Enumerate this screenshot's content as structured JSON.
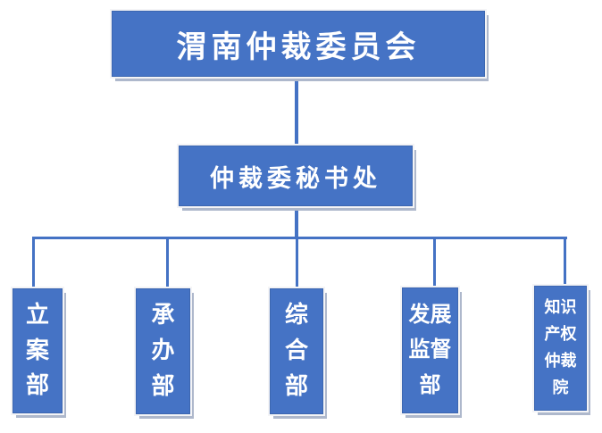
{
  "org": {
    "root": {
      "label": "渭南仲裁委员会"
    },
    "secretariat": {
      "label": "仲裁委秘书处"
    },
    "departments": [
      {
        "name": "立案部",
        "lines": [
          "立",
          "案",
          "部"
        ]
      },
      {
        "name": "承办部",
        "lines": [
          "承",
          "办",
          "部"
        ]
      },
      {
        "name": "综合部",
        "lines": [
          "综",
          "合",
          "部"
        ]
      },
      {
        "name": "发展监督部",
        "lines": [
          "发展",
          "监督",
          "部"
        ]
      },
      {
        "name": "知识产权仲裁院",
        "lines": [
          "知识",
          "产权",
          "仲裁",
          "院"
        ]
      }
    ]
  },
  "colors": {
    "box_fill": "#4573C5",
    "box_border": "#3C66B0",
    "box_shadow": "#AEB8CC",
    "connector": "#4472C4",
    "text": "#FFFFFF",
    "background": "#FFFFFF"
  }
}
